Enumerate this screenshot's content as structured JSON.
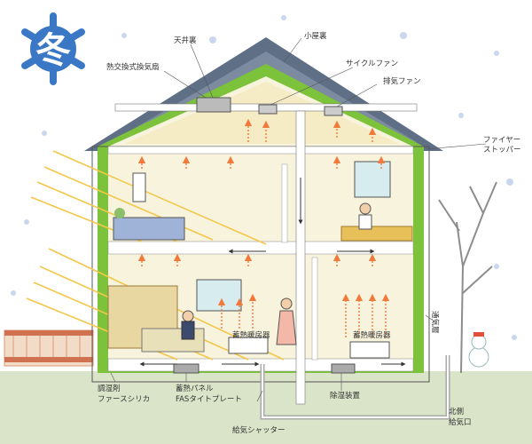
{
  "season_badge": {
    "text": "冬"
  },
  "labels": {
    "attic": "小屋裏",
    "ceiling_space": "天井裏",
    "heat_exchanger_fan": "熱交換式換気扇",
    "cycle_fan": "サイクルファン",
    "exhaust_fan": "排気ファン",
    "fire_stopper_1": "ファイヤー",
    "fire_stopper_2": "ストッパー",
    "vent_layer": "通気層",
    "thermal_heater_upper": "蓄熱暖房器",
    "thermal_heater_lower": "蓄熱暖房器",
    "humidity_agent": "調湿剤",
    "first_silica": "ファースシリカ",
    "thermal_panel": "蓄熱パネル",
    "fas_plate": "FASタイトプレート",
    "dehumidifier": "除湿装置",
    "supply_shutter": "給気シャッター",
    "north_side": "北側",
    "supply_inlet": "給気口"
  },
  "colors": {
    "roof": "#5f6f85",
    "insulation": "#7cc23a",
    "interior": "#f7f3dc",
    "ground": "#d9e4c8",
    "sun_ray": "#f4c74a",
    "warm_arrow": "#f07a3c",
    "badge": "#3a78c6"
  }
}
